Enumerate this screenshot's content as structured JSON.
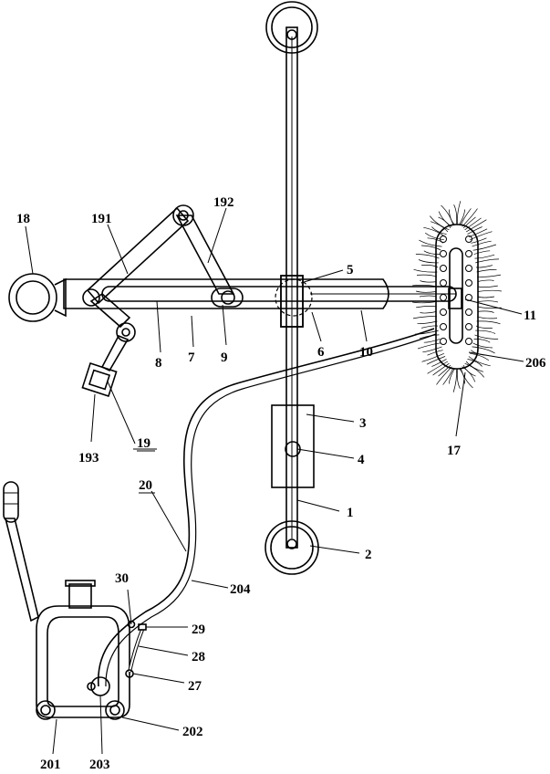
{
  "labels": {
    "l1": "1",
    "l2": "2",
    "l3": "3",
    "l4": "4",
    "l5": "5",
    "l6": "6",
    "l7": "7",
    "l8": "8",
    "l9": "9",
    "l10": "10",
    "l11": "11",
    "l17": "17",
    "l18": "18",
    "l19": "19",
    "l20": "20",
    "l27": "27",
    "l28": "28",
    "l29": "29",
    "l30": "30",
    "l191": "191",
    "l192": "192",
    "l193": "193",
    "l201": "201",
    "l202": "202",
    "l203": "203",
    "l204": "204",
    "l206": "206"
  },
  "colors": {
    "line": "#000000",
    "background": "#ffffff"
  }
}
